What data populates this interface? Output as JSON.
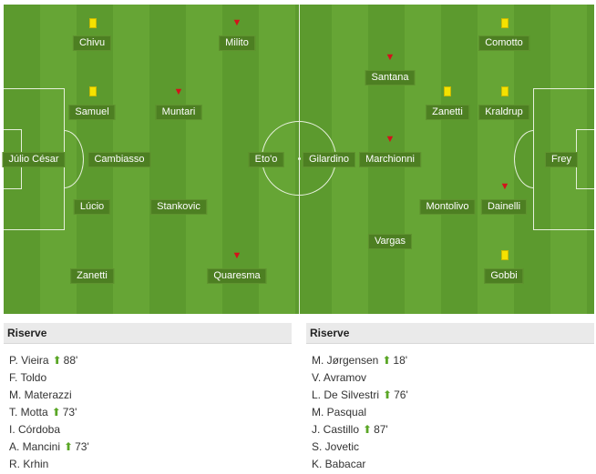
{
  "home": {
    "players": [
      {
        "name": "Chivu",
        "icon": "yellow-card-icon"
      },
      {
        "name": "Milito",
        "icon": "substitution-out-icon"
      },
      {
        "name": "Samuel",
        "icon": "yellow-card-icon"
      },
      {
        "name": "Muntari",
        "icon": "substitution-out-icon"
      },
      {
        "name": "Júlio César",
        "icon": ""
      },
      {
        "name": "Cambiasso",
        "icon": ""
      },
      {
        "name": "Eto'o",
        "icon": ""
      },
      {
        "name": "Lúcio",
        "icon": ""
      },
      {
        "name": "Stankovic",
        "icon": ""
      },
      {
        "name": "Zanetti",
        "icon": ""
      },
      {
        "name": "Quaresma",
        "icon": "substitution-out-icon"
      }
    ],
    "reserves_title": "Riserve",
    "reserves": [
      {
        "name": "P. Vieira",
        "minute": "88'"
      },
      {
        "name": "F. Toldo",
        "minute": ""
      },
      {
        "name": "M. Materazzi",
        "minute": ""
      },
      {
        "name": "T. Motta",
        "minute": "73'"
      },
      {
        "name": "I. Córdoba",
        "minute": ""
      },
      {
        "name": "A. Mancini",
        "minute": "73'"
      },
      {
        "name": "R. Krhin",
        "minute": ""
      }
    ]
  },
  "away": {
    "players": [
      {
        "name": "Comotto",
        "icon": "yellow-card-icon"
      },
      {
        "name": "Santana",
        "icon": "substitution-out-icon"
      },
      {
        "name": "Zanetti",
        "icon": "yellow-card-icon"
      },
      {
        "name": "Kraldrup",
        "icon": "yellow-card-icon"
      },
      {
        "name": "Gilardino",
        "icon": ""
      },
      {
        "name": "Marchionni",
        "icon": "substitution-out-icon"
      },
      {
        "name": "Frey",
        "icon": ""
      },
      {
        "name": "Montolivo",
        "icon": ""
      },
      {
        "name": "Dainelli",
        "icon": "substitution-out-icon"
      },
      {
        "name": "Vargas",
        "icon": ""
      },
      {
        "name": "Gobbi",
        "icon": "yellow-card-icon"
      }
    ],
    "reserves_title": "Riserve",
    "reserves": [
      {
        "name": "M. Jørgensen",
        "minute": "18'"
      },
      {
        "name": "V. Avramov",
        "minute": ""
      },
      {
        "name": "L. De Silvestri",
        "minute": "76'"
      },
      {
        "name": "M. Pasqual",
        "minute": ""
      },
      {
        "name": "J. Castillo",
        "minute": "87'"
      },
      {
        "name": "S. Jovetic",
        "minute": ""
      },
      {
        "name": "K. Babacar",
        "minute": ""
      }
    ]
  },
  "colors": {
    "pitch": "#5c9a2e",
    "yellow_card": "#f4e200",
    "sub_out": "#d3121b",
    "sub_in": "#5aa626"
  }
}
